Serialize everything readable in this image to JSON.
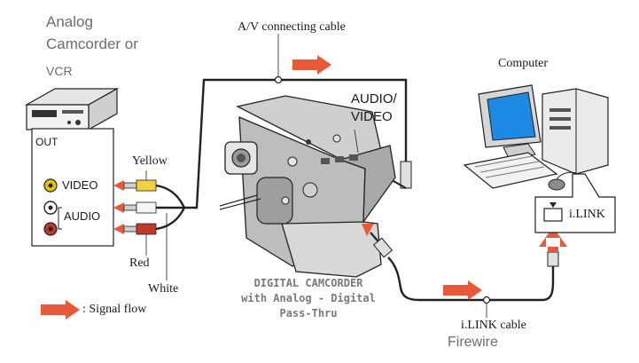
{
  "devices": {
    "analog_source": {
      "line1": "Analog",
      "line2": "Camcorder or",
      "line3": "VCR",
      "out_label": "OUT"
    },
    "computer": {
      "label": "Computer",
      "port_label": "i.LINK"
    },
    "camcorder": {
      "line1": "DIGITAL CAMCORDER",
      "line2": "with Analog - Digital",
      "line3": "Pass-Thru"
    }
  },
  "jacks": {
    "video": "VIDEO",
    "audio": "AUDIO",
    "colors": {
      "yellow": "#e8c400",
      "white": "#ffffff",
      "red": "#c0392b"
    }
  },
  "cables": {
    "av_cable": "A/V connecting cable",
    "audio_video_in": {
      "line1": "AUDIO/",
      "line2": "VIDEO"
    },
    "plug_yellow": "Yellow",
    "plug_red": "Red",
    "plug_white": "White",
    "ilink_cable": "i.LINK cable",
    "firewire": "Firewire"
  },
  "legend": {
    "signal_flow": ": Signal flow",
    "arrow_color": "#e8593a"
  }
}
